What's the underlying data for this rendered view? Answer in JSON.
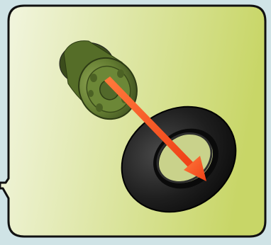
{
  "figure": {
    "background_color": "#cfe3e6",
    "panel_gradient_start": "#eef3da",
    "panel_gradient_end": "#c9d76a",
    "outline_color": "#111111",
    "rim_color": "#5f7a2e",
    "tire_color": "#1a1a1a",
    "arrow_color": "#ff5a24",
    "parts": [
      "wheel-rim",
      "tire",
      "assembly-arrow"
    ]
  }
}
